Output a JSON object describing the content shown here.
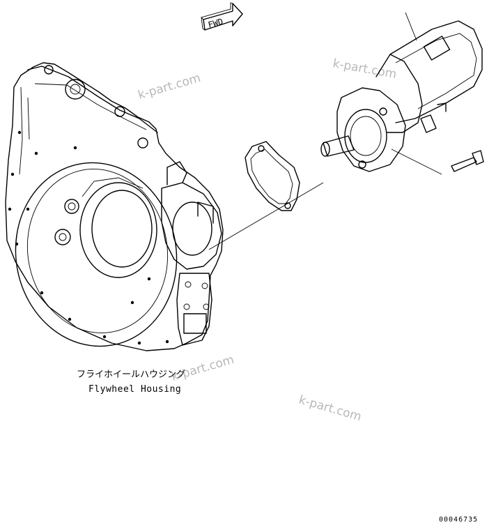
{
  "fwd_label": "FWD",
  "housing_label_jp": "フライホイールハウジング",
  "housing_label_en": "Flywheel Housing",
  "watermark": "k-part.com",
  "drawing_number": "00046735"
}
